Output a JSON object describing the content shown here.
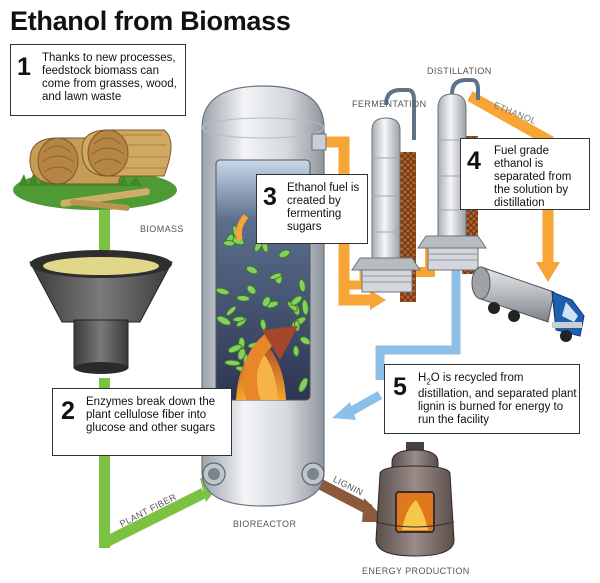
{
  "title": "Ethanol from Biomass",
  "steps": [
    {
      "num": "1",
      "text": "Thanks to new processes, feedstock biomass can come from grasses, wood, and lawn waste"
    },
    {
      "num": "2",
      "text": "Enzymes break down the plant cellulose fiber into glucose and other sugars"
    },
    {
      "num": "3",
      "text": "Ethanol fuel is created by fermenting sugars"
    },
    {
      "num": "4",
      "text": "Fuel grade ethanol is separated from the solution by distillation"
    },
    {
      "num": "5",
      "text_pre": "H",
      "text_sub": "2",
      "text_post": "O is recycled from distillation, and separated plant lignin is burned for energy to run the facility"
    }
  ],
  "labels": {
    "biomass": "BIOMASS",
    "fermentation": "FERMENTATION",
    "distillation": "DISTILLATION",
    "ethanol": "ETHANOL",
    "plant_fiber": "PLANT FIBER",
    "bioreactor": "BIOREACTOR",
    "lignin": "LIGNIN",
    "energy_production": "ENERGY PRODUCTION"
  },
  "colors": {
    "green_flow": "#7cc242",
    "orange_flow": "#f7a535",
    "blue_flow": "#8ebfe6",
    "brown_flow": "#8a5a3a",
    "truck_cab": "#1f5fb0"
  },
  "icons": [
    "hay-bale-icon",
    "hopper-icon",
    "bioreactor-icon",
    "column-icon",
    "tanker-truck-icon",
    "furnace-icon"
  ]
}
